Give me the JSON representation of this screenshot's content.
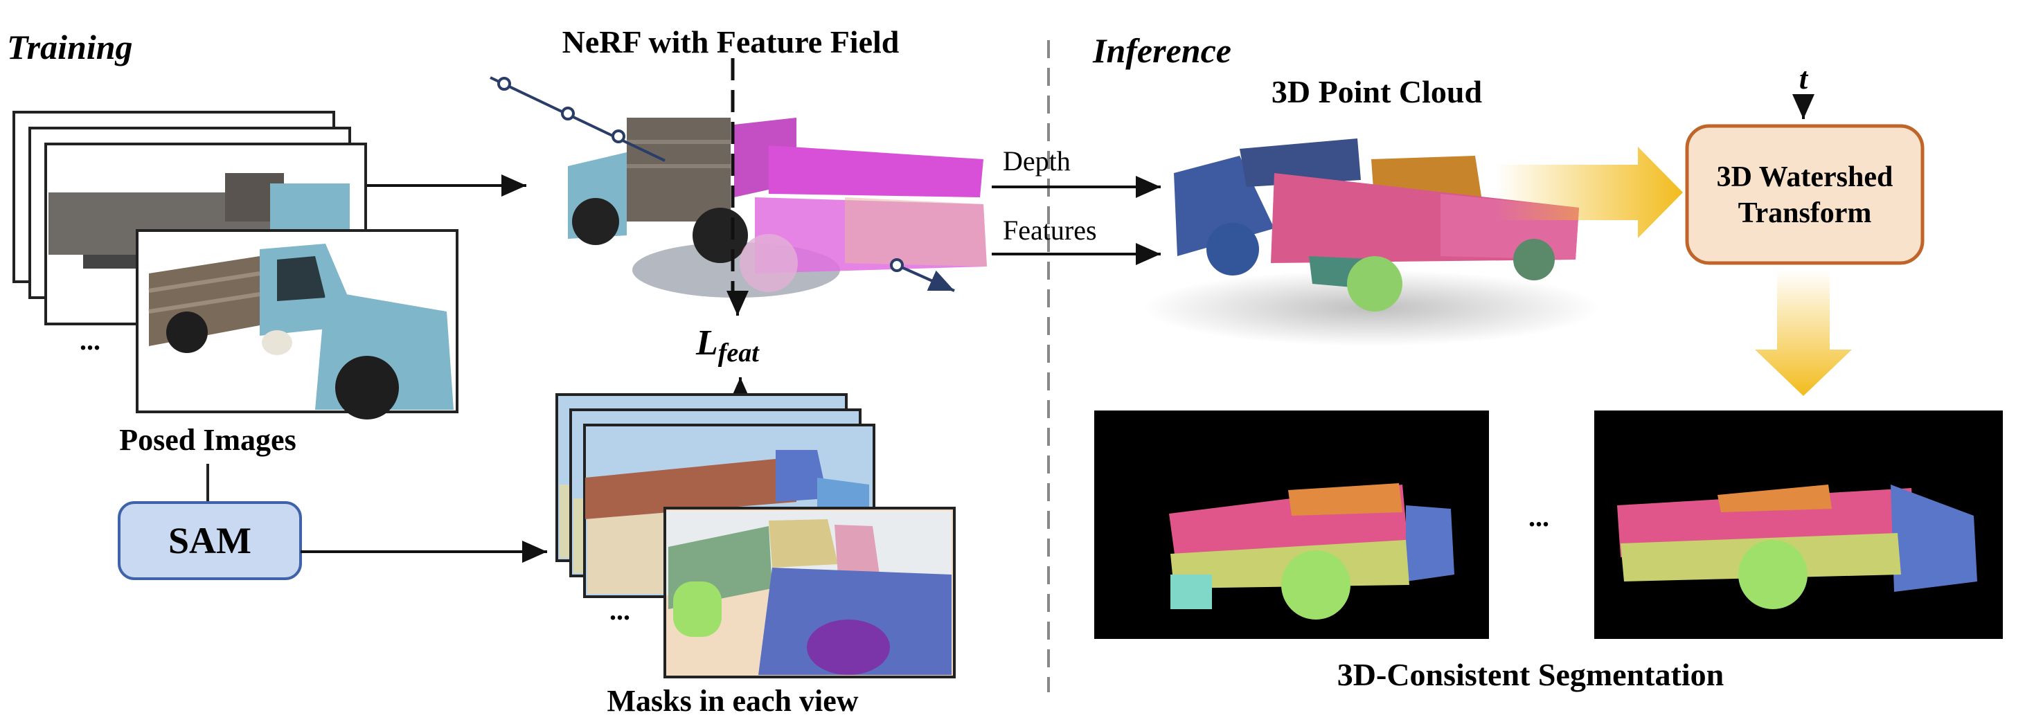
{
  "training": {
    "heading": "Training",
    "posed_images_label": "Posed Images",
    "posed_images_ellipsis": "...",
    "sam_label": "SAM",
    "nerf_title": "NeRF with Feature Field",
    "loss_symbol": "L",
    "loss_subscript": "feat",
    "masks_label": "Masks in each view",
    "masks_ellipsis": "..."
  },
  "inference": {
    "heading": "Inference",
    "depth_label": "Depth",
    "features_label": "Features",
    "point_cloud_title": "3D Point Cloud",
    "t_label": "t",
    "watershed_line1": "3D Watershed",
    "watershed_line2": "Transform",
    "segmentation_ellipsis": "...",
    "segmentation_title": "3D-Consistent Segmentation"
  },
  "colors": {
    "truck_blue": "#7fb6c9",
    "truck_wood": "#7a6a5a",
    "feature_magenta": "#d84fd8",
    "sam_fill": "#c9d9f2",
    "sam_stroke": "#3f63a8",
    "watershed_fill": "#f8e2cc",
    "watershed_stroke": "#c0652a",
    "arrow_yellow": "#f2bc1e",
    "ray_navy": "#2a3d68",
    "seg_pink": "#e0568a",
    "seg_green": "#9fe06a",
    "seg_blue": "#5a76c8"
  }
}
